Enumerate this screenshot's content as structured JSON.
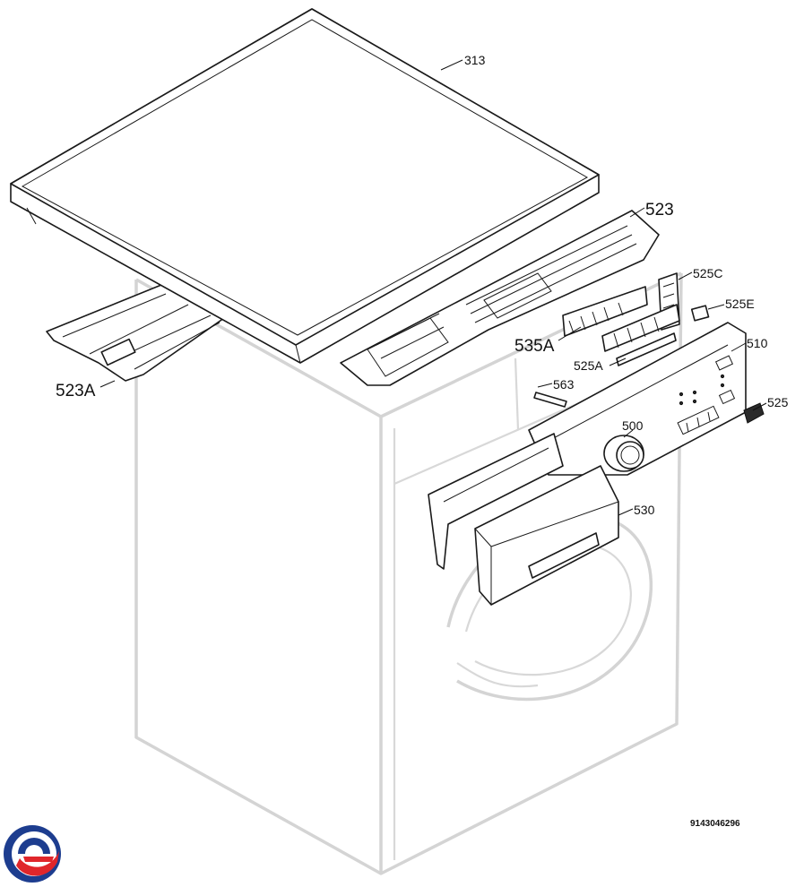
{
  "diagram": {
    "part_labels": {
      "p313": "313",
      "p523": "523",
      "p525C": "525C",
      "p525E": "525E",
      "p510": "510",
      "p535A": "535A",
      "p525A": "525A",
      "p563": "563",
      "p525": "525",
      "p500": "500",
      "p530": "530",
      "p523A": "523A"
    },
    "drawing_code": "9143046296"
  },
  "logo": {
    "colors": {
      "blue": "#1d3d8f",
      "red": "#e0262b"
    }
  }
}
